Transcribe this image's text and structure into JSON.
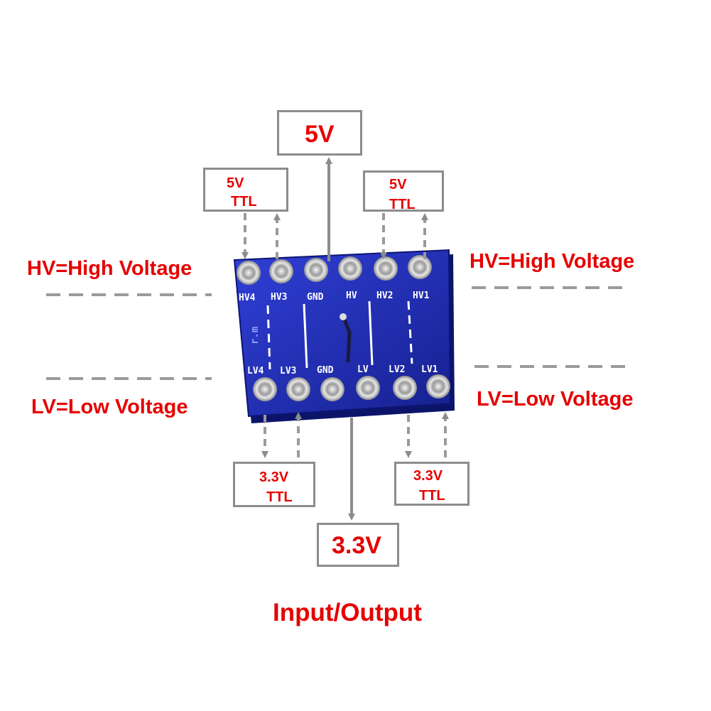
{
  "supply_high": "5V",
  "supply_low": "3.3V",
  "ttl_high": [
    "5V",
    "TTL"
  ],
  "ttl_low": [
    "3.3V",
    "TTL"
  ],
  "hv_label": "HV=High Voltage",
  "lv_label": "LV=Low Voltage",
  "caption": "Input/Output",
  "board": {
    "top_pins": [
      "HV4",
      "HV3",
      "GND",
      "HV",
      "HV2",
      "HV1"
    ],
    "bottom_pins": [
      "LV4",
      "LV3",
      "GND",
      "LV",
      "LV2",
      "LV1"
    ],
    "silk_mark": "r.m"
  },
  "colors": {
    "label_red": "#e60000",
    "box_gray": "#8c8c8c",
    "board_blue": "#1f2fb8"
  }
}
